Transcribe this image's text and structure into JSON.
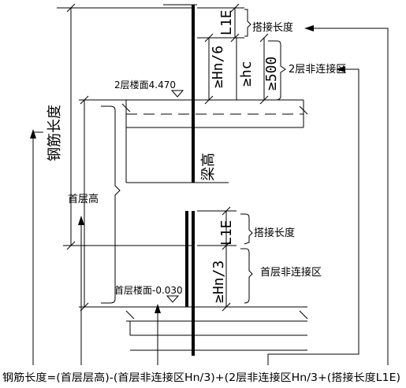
{
  "labels": {
    "rebar_length": "钢筋长度",
    "first_floor_height": "首层高",
    "beam_height": "梁高",
    "floor2_slab": "2层楼面4.470",
    "floor1_slab": "首层楼面-0.030",
    "lap_length_top": "搭接长度",
    "lap_length_bottom": "搭接长度",
    "floor2_non_connect": "2层非连接区",
    "floor1_non_connect": "首层非连接区",
    "l1e_top": "L1E",
    "l1e_bottom": "L1E",
    "hn6": "≥Hn/6",
    "hc": "≥hc",
    "min500": "≥500",
    "hn3": "≥Hn/3",
    "formula": "钢筋长度=(首层层高)-(首层非连接区Hn/3)+(2层非连接区Hn/3+(搭接长度L1E)"
  }
}
